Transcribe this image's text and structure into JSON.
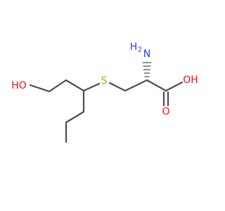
{
  "molecule": {
    "atoms": {
      "hydroxyl": "HO",
      "sulfur": "S",
      "amine_h": "H",
      "amine_sub": "2",
      "amine_n": "N",
      "acid_oh": "OH",
      "carbonyl_o": "O"
    },
    "colors": {
      "bond": "#4d4d4d",
      "oxygen": "#ff0d0d",
      "sulfur": "#b8a000",
      "nitrogen": "#2d3df0",
      "background": "#ffffff"
    }
  }
}
